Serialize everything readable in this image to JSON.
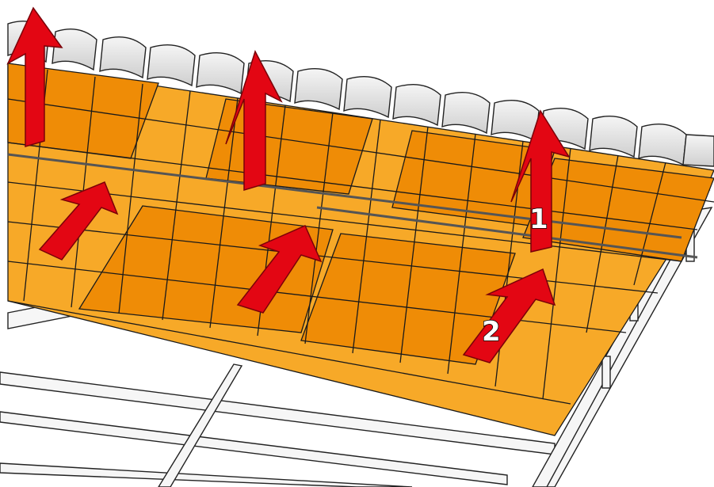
{
  "illustration": {
    "subject": "roof-tile-panel-removal",
    "colors": {
      "tile_light": "#f7a928",
      "tile_dark": "#ef8c06",
      "ridge_cap": "#e7e7e7",
      "frame": "#f4f4f4",
      "arrow_red": "#e30613",
      "outline": "#1a1a1a"
    },
    "steps": [
      {
        "number": "1",
        "action": "lift-up",
        "icon": "up-arrow-icon"
      },
      {
        "number": "2",
        "action": "slide-up-slope",
        "icon": "diagonal-arrow-icon"
      }
    ]
  }
}
